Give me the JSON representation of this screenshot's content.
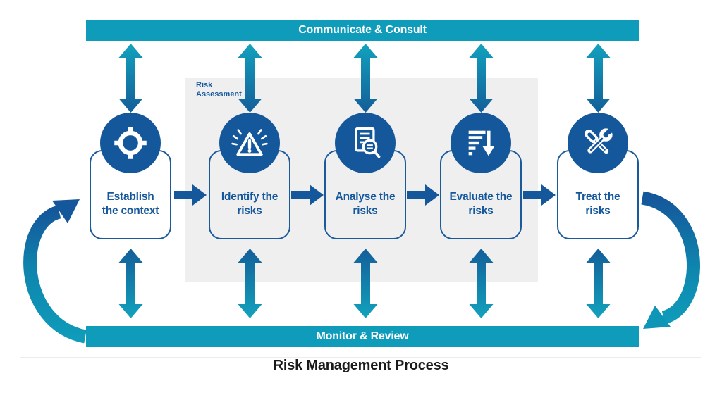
{
  "title": "Risk Management Process",
  "top_bar": {
    "label": "Communicate & Consult"
  },
  "bottom_bar": {
    "label": "Monitor & Review"
  },
  "risk_assessment_panel": {
    "label": "Risk Assessment"
  },
  "steps": [
    {
      "label": "Establish the context",
      "icon": "target-icon"
    },
    {
      "label": "Identify the risks",
      "icon": "warning-triangle-icon"
    },
    {
      "label": "Analyse the risks",
      "icon": "document-magnifier-icon"
    },
    {
      "label": "Evaluate the risks",
      "icon": "sort-descending-arrow-icon"
    },
    {
      "label": "Treat the risks",
      "icon": "tools-icon"
    }
  ],
  "colors": {
    "teal": "#0f9bba",
    "dark_blue": "#15579b",
    "panel_gray": "#efeff0",
    "title_black": "#1a1a1a"
  }
}
